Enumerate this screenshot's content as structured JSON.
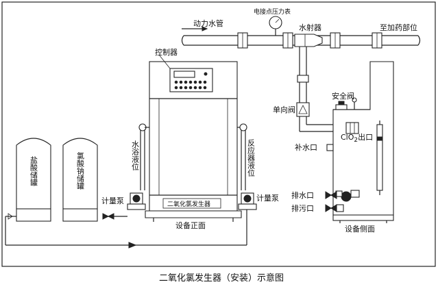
{
  "labels": {
    "power_water_pipe": "动力水管",
    "contact_pressure_gauge": "电接点压力表",
    "water_ejector": "水射器",
    "to_dosing_point": "至加药部位",
    "controller": "控制器",
    "safety_valve": "安全阀",
    "check_valve": "单向阀",
    "clo2_outlet": "ClO",
    "clo2_sub": "2",
    "clo2_suffix": "出口",
    "makeup_water_port": "补水口",
    "drain_port": "排水口",
    "sewage_port": "排污口",
    "hcl_tank": "盐酸储罐",
    "chlorate_tank": "氯酸钠储罐",
    "metering_pump_left": "计量泵",
    "metering_pump_right": "计量泵",
    "water_bath_level": "水浴液位",
    "reactor_level": "反应器液位",
    "generator_nameplate": "二氧化氯发生器",
    "front_view": "设备正面",
    "side_view": "设备侧面",
    "caption": "二氧化氯发生器（安装）示意图"
  },
  "icons": [
    "pressure-gauge-icon",
    "check-valve-icon",
    "pump-icon",
    "valve-icon",
    "flowmeter-icon"
  ]
}
